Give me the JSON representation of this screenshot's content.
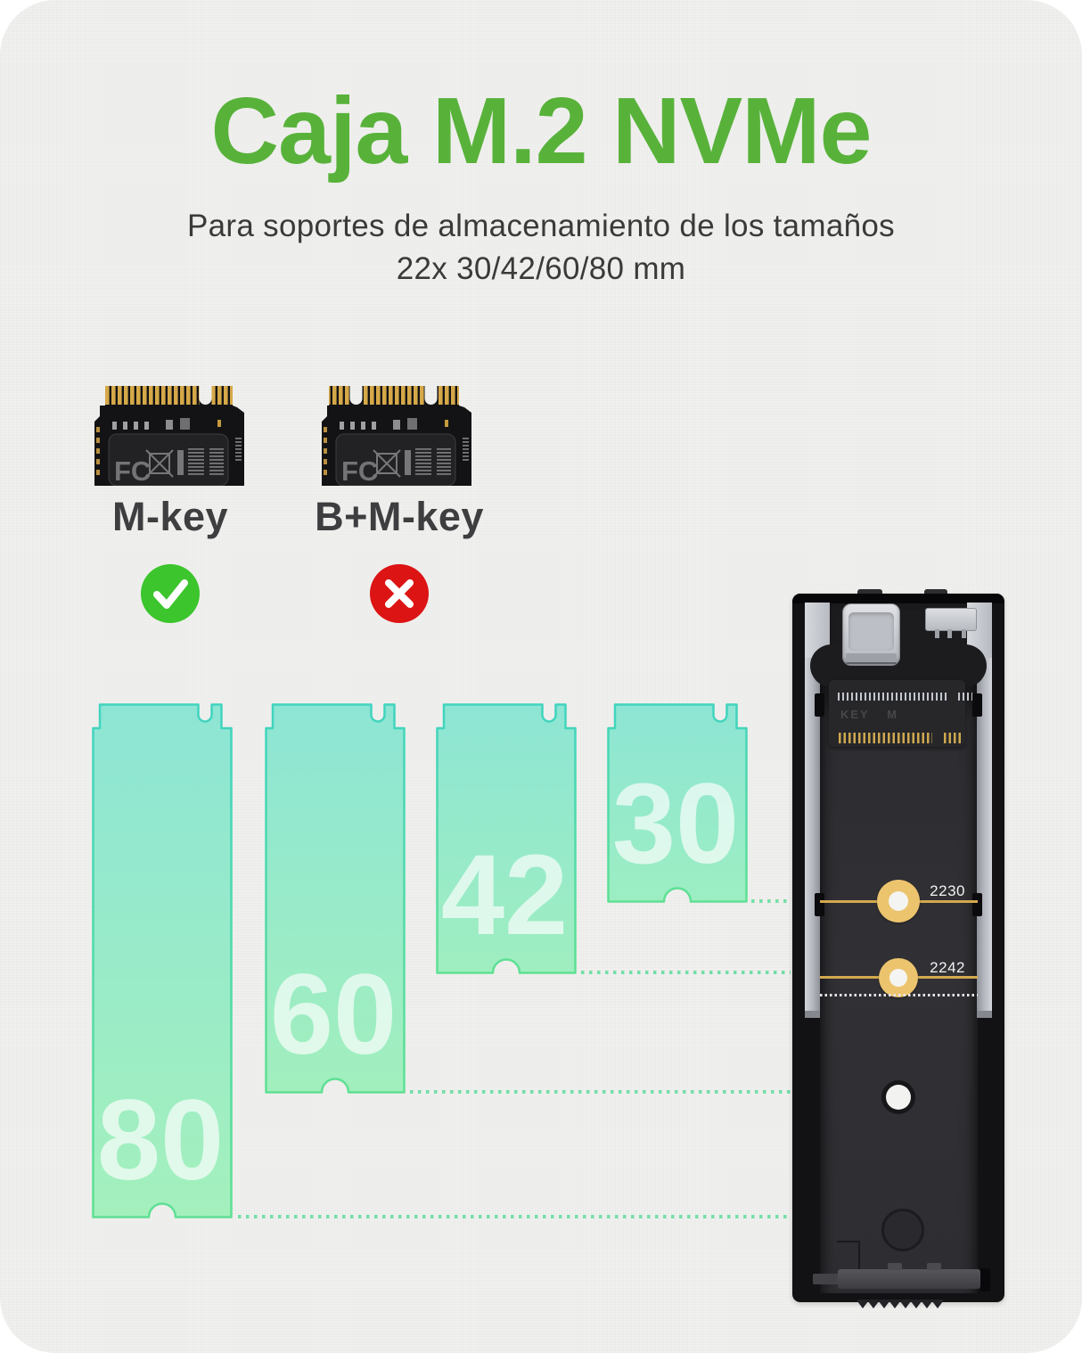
{
  "header": {
    "title": "Caja M.2 NVMe",
    "subtitle_line1": "Para soportes de almacenamiento de los tamaños",
    "subtitle_line2": "22x 30/42/60/80 mm"
  },
  "connector_keys": {
    "items": [
      {
        "label": "M-key",
        "status": "supported",
        "status_icon": "check-icon"
      },
      {
        "label": "B+M-key",
        "status": "not-supported",
        "status_icon": "x-icon"
      }
    ]
  },
  "size_cards": {
    "unit": "mm",
    "items": [
      {
        "label": "80"
      },
      {
        "label": "60"
      },
      {
        "label": "42"
      },
      {
        "label": "30"
      }
    ]
  },
  "enclosure": {
    "socket_key_label": "KEY M",
    "standoffs": [
      {
        "label": "2230"
      },
      {
        "label": "2242"
      }
    ]
  },
  "colors": {
    "background": "#f0f0ee",
    "title_green": "#58b23a",
    "text_dark": "#3a3a3a",
    "check_green": "#3cc52d",
    "cross_red": "#dc1414",
    "card_fill_top": "#8de5d4",
    "card_fill_bottom": "#a4f0bd",
    "card_stroke_top": "#40d4bf",
    "card_stroke_bottom": "#5fe093",
    "dot_line_green": "#6edea4",
    "standoff_gold": "#ecc46e"
  }
}
